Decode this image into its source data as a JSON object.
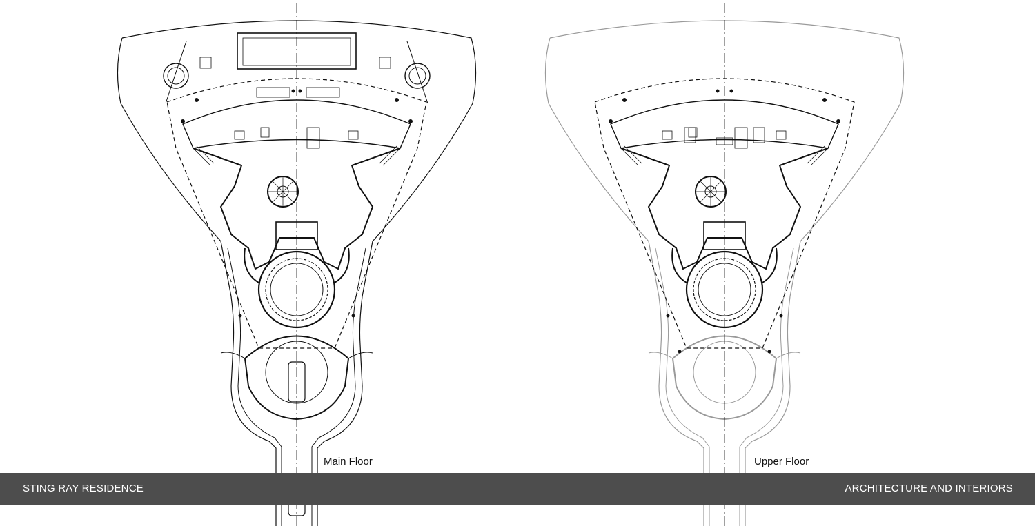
{
  "plans": [
    {
      "id": "main",
      "label": "Main Floor"
    },
    {
      "id": "upper",
      "label": "Upper Floor"
    }
  ],
  "footer": {
    "project_name": "STING RAY RESIDENCE",
    "discipline": "ARCHITECTURE AND INTERIORS"
  },
  "colors": {
    "background": "#ffffff",
    "linework": "#111111",
    "faded_linework": "#9a9a9a",
    "footer_bar": "#4d4d4d",
    "footer_text": "#ffffff"
  }
}
